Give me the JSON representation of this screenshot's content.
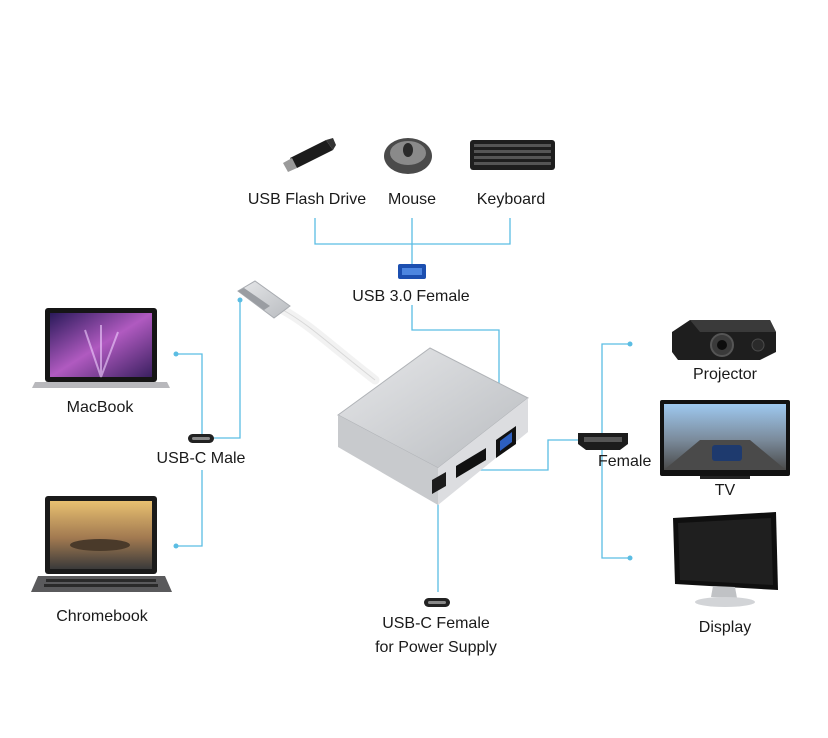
{
  "labels": {
    "usb_flash_drive": "USB Flash Drive",
    "mouse": "Mouse",
    "keyboard": "Keyboard",
    "usb30_female": "USB 3.0 Female",
    "macbook": "MacBook",
    "usbc_male": "USB-C Male",
    "chromebook": "Chromebook",
    "usbc_female_power": "USB-C Female\nfor Power Supply",
    "projector": "Projector",
    "hdmi_female": "Female",
    "tv": "TV",
    "display": "Display"
  },
  "colors": {
    "connector_line": "#5bbde3",
    "adapter_body": "#d2d4d7"
  },
  "icons": [
    "usb-flash-drive-icon",
    "mouse-icon",
    "keyboard-icon",
    "usb-a-port-icon",
    "laptop-icon",
    "usb-c-port-icon",
    "projector-icon",
    "hdmi-port-icon",
    "tv-icon",
    "monitor-icon",
    "adapter-icon"
  ]
}
